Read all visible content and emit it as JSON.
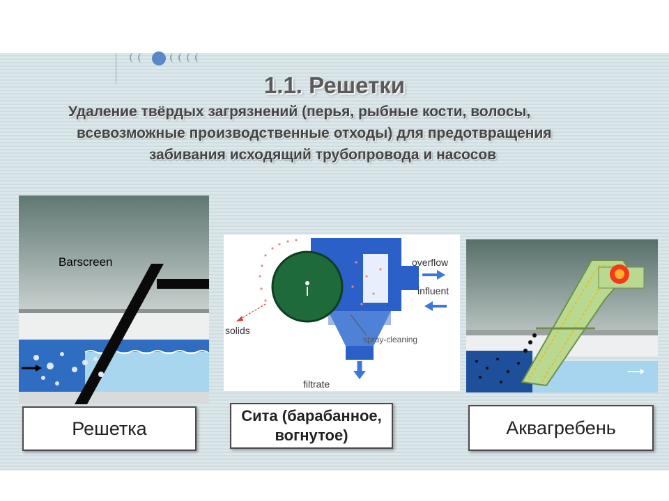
{
  "slide": {
    "title": "1.1. Решетки",
    "description_lines": [
      "Удаление твёрдых загрязнений (перья, рыбные кости, волосы,",
      "всевозможные производственные отходы) для предотвращения",
      "забивания исходящий трубопровода и насосов"
    ]
  },
  "images": {
    "barscreen": {
      "label": "Barscreen"
    },
    "sieve": {
      "overflow": "overflow",
      "influent": "influent",
      "solids": "solids",
      "spray": "spray-cleaning",
      "filtrate": "filtrate"
    }
  },
  "captions": [
    "Решетка",
    "Сита (барабанное, вогнутое)",
    "Аквагребень"
  ],
  "colors": {
    "accent": "#5a87c6",
    "water": "#2c5fae"
  }
}
